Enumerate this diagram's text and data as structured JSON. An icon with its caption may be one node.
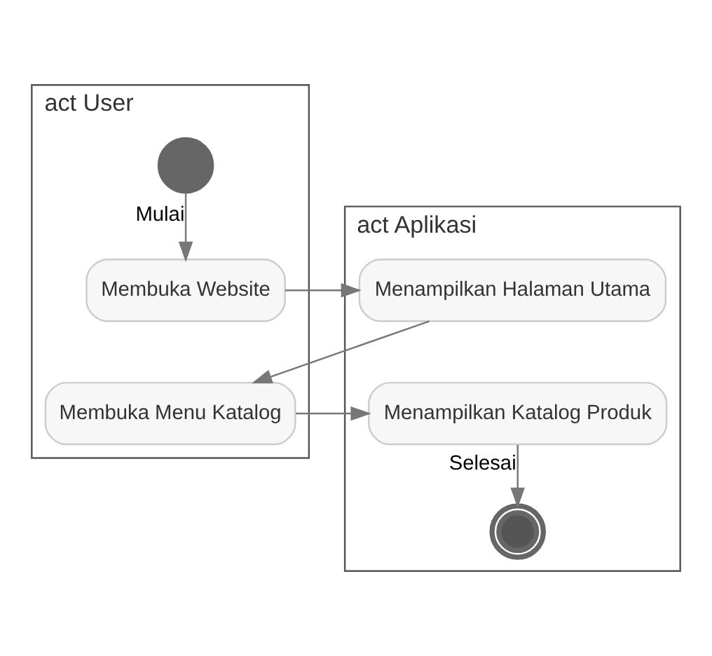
{
  "diagram": {
    "nodes": [
      {
        "text": [
          "act User"
        ]
      },
      {
        "text": [
          "act Aplikasi"
        ]
      },
      {
        "text": [],
        "shape": "circle",
        "in": 0
      },
      {
        "text": [
          "Membuka Website"
        ],
        "in": 0
      },
      {
        "text": [
          "Menampilkan Halaman Utama"
        ],
        "in": 1
      },
      {
        "text": [
          "Membuka Menu Katalog"
        ],
        "in": 0
      },
      {
        "text": [
          "Menampilkan Katalog Produk"
        ],
        "in": 1
      },
      {
        "text": [],
        "shape": "bullseye",
        "in": 1
      }
    ],
    "edges": [
      {
        "from": 2,
        "to": 3,
        "arrow": "to",
        "label": "Mulai"
      },
      {
        "from": 3,
        "to": 4,
        "arrow": "to"
      },
      {
        "from": 4,
        "to": 5,
        "arrow": "to"
      },
      {
        "from": 5,
        "to": 6,
        "arrow": "to"
      },
      {
        "from": 6,
        "to": 7,
        "arrow": "to",
        "label": "Selesai"
      }
    ]
  }
}
